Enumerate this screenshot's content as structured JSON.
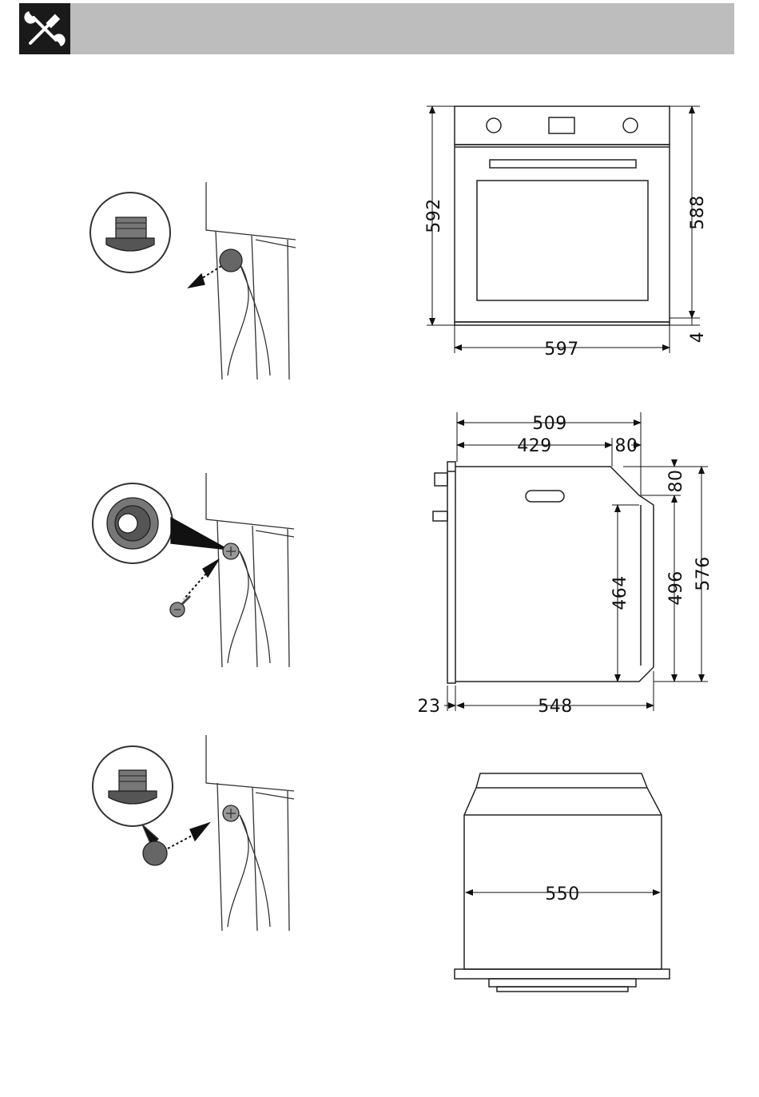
{
  "header": {
    "icon": "tools-icon",
    "background_color": "#bdbdbd",
    "icon_box_color": "#1a1a1a"
  },
  "figures": {
    "front_view": {
      "height_total": "592",
      "height_body": "588",
      "foot": "4",
      "width": "597"
    },
    "side_view": {
      "depth_total": "509",
      "depth_body": "429",
      "depth_rear": "80",
      "rear_drop": "80",
      "cavity_height": "464",
      "rear_height": "496",
      "total_height": "576",
      "front_protrusion": "23",
      "bottom_depth": "548"
    },
    "top_view": {
      "width": "550"
    },
    "install_steps": [
      {
        "step": "remove-cap",
        "icon": "arrow-icon"
      },
      {
        "step": "insert-screw",
        "icon": "screw-icon"
      },
      {
        "step": "replace-cap",
        "icon": "cap-icon"
      }
    ]
  }
}
